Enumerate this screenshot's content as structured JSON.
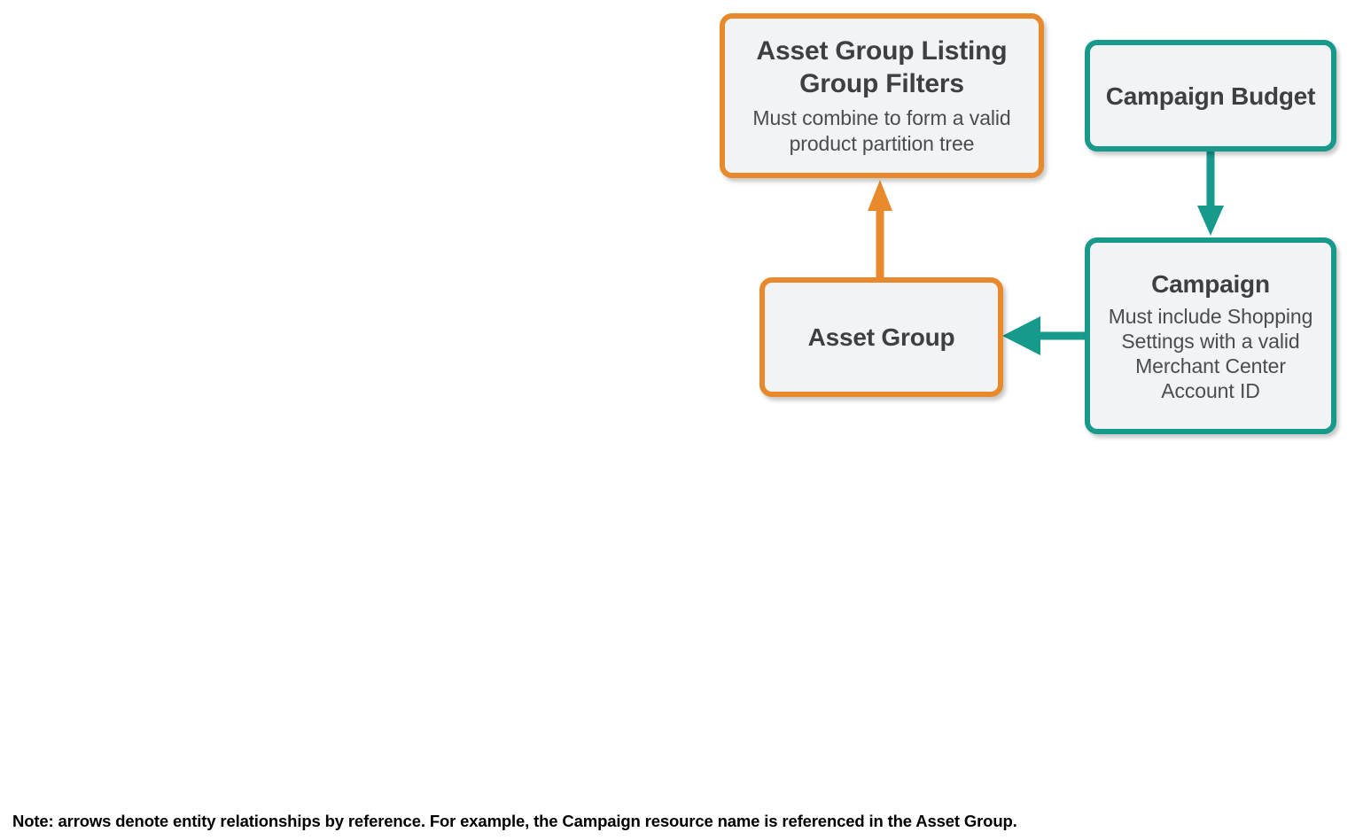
{
  "diagram": {
    "type": "entity-relationship",
    "background_color": "#ffffff",
    "nodes": [
      {
        "id": "asset-group-listing-group-filters",
        "title": "Asset Group Listing Group Filters",
        "subtitle": "Must combine to form a valid product partition tree",
        "border_color": "#e8892b",
        "fill_color": "#f1f3f4",
        "text_color": "#3c4043"
      },
      {
        "id": "campaign-budget",
        "title": "Campaign Budget",
        "subtitle": "",
        "border_color": "#17998b",
        "fill_color": "#f1f3f4",
        "text_color": "#3c4043"
      },
      {
        "id": "asset-group",
        "title": "Asset Group",
        "subtitle": "",
        "border_color": "#e8892b",
        "fill_color": "#f1f3f4",
        "text_color": "#3c4043"
      },
      {
        "id": "campaign",
        "title": "Campaign",
        "subtitle": "Must include Shopping Settings with a valid Merchant Center Account ID",
        "border_color": "#17998b",
        "fill_color": "#f1f3f4",
        "text_color": "#3c4043"
      }
    ],
    "edges": [
      {
        "id": "asset-group-to-listing-group-filters",
        "from": "asset-group",
        "to": "asset-group-listing-group-filters",
        "direction": "up",
        "color": "#e8892b"
      },
      {
        "id": "campaign-budget-to-campaign",
        "from": "campaign-budget",
        "to": "campaign",
        "direction": "down",
        "color": "#17998b"
      },
      {
        "id": "campaign-to-asset-group",
        "from": "campaign",
        "to": "asset-group",
        "direction": "left",
        "color": "#17998b"
      }
    ]
  },
  "node_titles": {
    "aglgf": "Asset Group Listing Group Filters",
    "budget": "Campaign Budget",
    "asset_group": "Asset Group",
    "campaign": "Campaign"
  },
  "node_subtitles": {
    "aglgf": "Must combine to form a valid product partition tree",
    "campaign": "Must include Shopping Settings with a valid Merchant Center Account ID"
  },
  "footnote": {
    "text": "Note: arrows denote entity relationships by reference. For example, the Campaign resource name is referenced in the Asset Group."
  }
}
